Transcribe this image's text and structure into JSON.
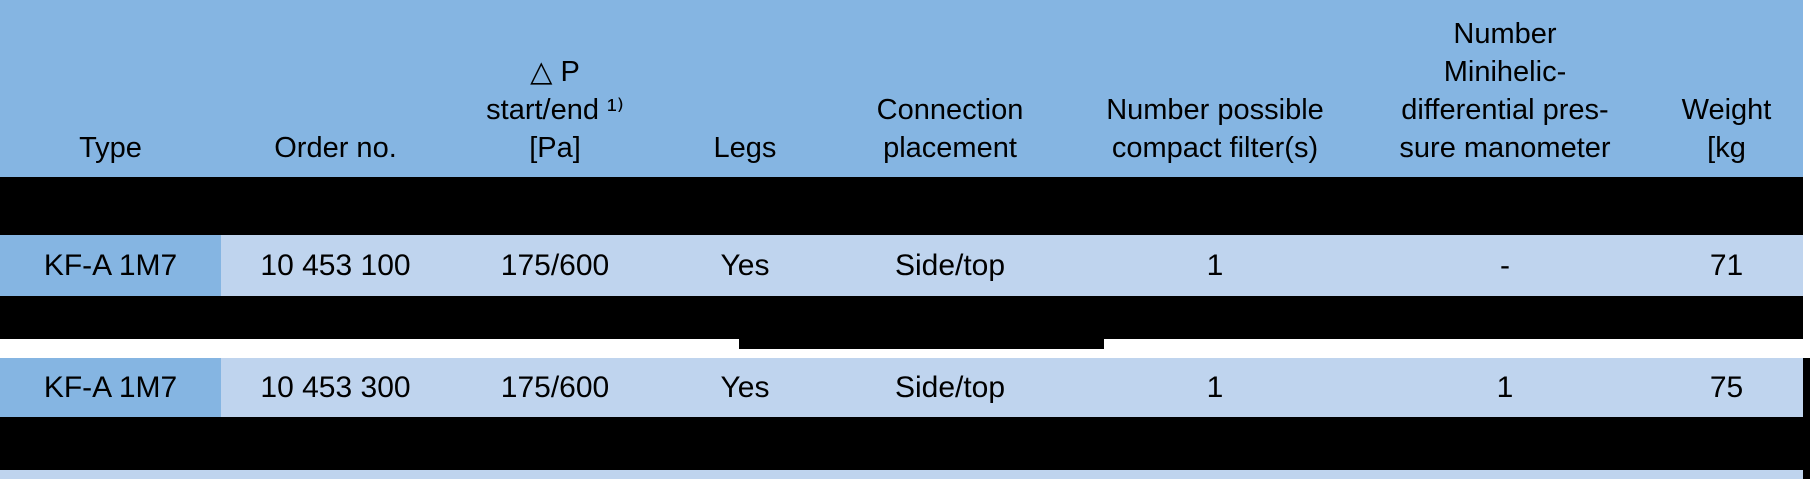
{
  "colors": {
    "header_blue": "#85b5e2",
    "row_blue": "#bfd4ee",
    "black": "#000000"
  },
  "table": {
    "header": {
      "type": "Type",
      "order_no": "Order no.",
      "dp": "△ P\nstart/end ¹⁾\n[Pa]",
      "legs": "Legs",
      "connection": "Connection\nplacement",
      "filters": "Number possible\ncompact filter(s)",
      "manometer": "Number\nMinihelic-\ndifferential pres-\nsure manometer",
      "weight": "Weight\n[kg"
    },
    "rows": [
      {
        "type": "KF-A 1M7",
        "order_no": "10 453 100",
        "dp": "175/600",
        "legs": "Yes",
        "connection": "Side/top",
        "filters": "1",
        "manometer": "-",
        "weight": "71"
      },
      {
        "type": "KF-A 1M7",
        "order_no": "10 453 300",
        "dp": "175/600",
        "legs": "Yes",
        "connection": "Side/top",
        "filters": "1",
        "manometer": "1",
        "weight": "75"
      }
    ]
  }
}
